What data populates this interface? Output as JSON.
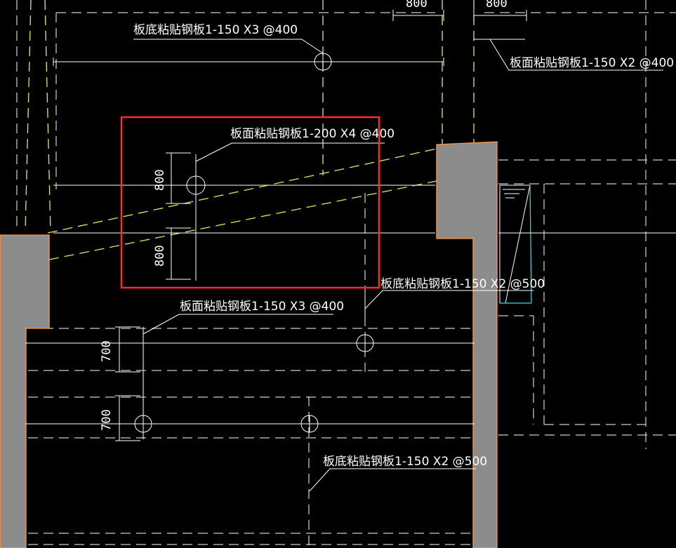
{
  "colors": {
    "background": "#000000",
    "wall_fill": "#8c8c8c",
    "wall_edge": "#ff9a3c",
    "beam_dash": "#e8e85a",
    "line_white": "#ffffff",
    "highlight": "#ff2a2a",
    "cyan": "#3fd9d9"
  },
  "annotations": {
    "top_bottom_plate": "板底粘贴钢板1-150 X3 @400",
    "top_right_surface_plate": "板面粘贴钢板1-150 X2 @400",
    "highlighted_surface_plate": "板面粘贴钢板1-200 X4 @400",
    "right_bottom_plate": "板底粘贴钢板1-150 X2 @500",
    "middle_surface_plate": "板面粘贴钢板1-150 X3 @400",
    "lower_bottom_plate": "板底粘贴钢板1-150 X2 @500"
  },
  "dimensions": {
    "top_left_spacing": "800",
    "top_right_spacing": "800",
    "highlight_upper_spacing": "800",
    "highlight_lower_spacing": "800",
    "lower_upper_spacing": "700",
    "lower_lower_spacing": "700"
  }
}
